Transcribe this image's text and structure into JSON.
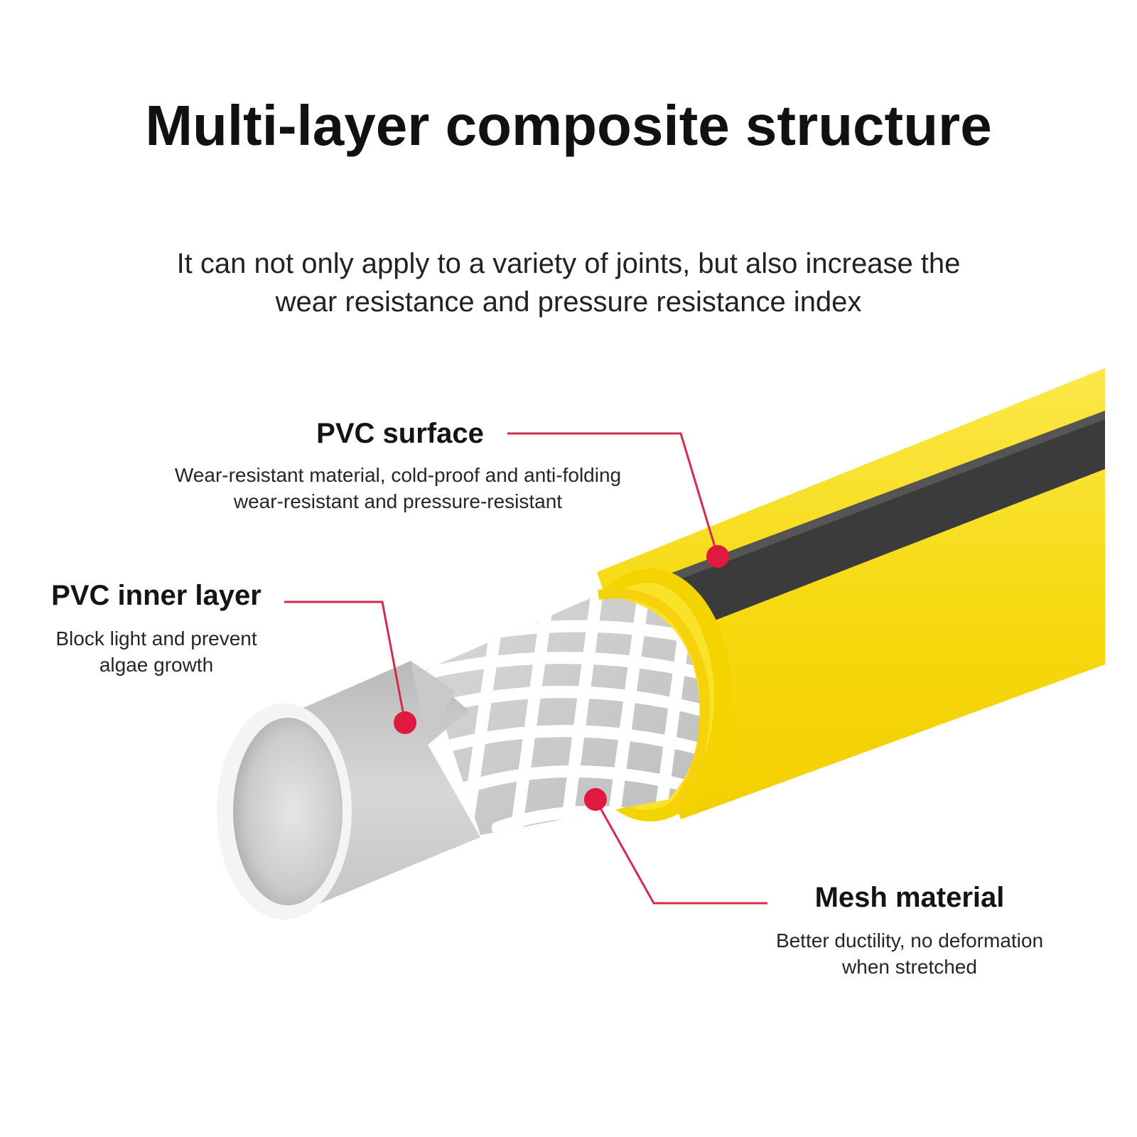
{
  "header": {
    "title": "Multi-layer composite structure",
    "subtitle": "It can not only apply to a variety of joints, but also increase the\nwear resistance and pressure resistance index"
  },
  "callouts": [
    {
      "id": "pvc-surface",
      "title": "PVC surface",
      "description": "Wear-resistant material, cold-proof and anti-folding\nwear-resistant and pressure-resistant"
    },
    {
      "id": "pvc-inner-layer",
      "title": "PVC inner layer",
      "description": "Block light and prevent\nalgae growth"
    },
    {
      "id": "mesh-material",
      "title": "Mesh material",
      "description": "Better ductility, no deformation\nwhen stretched"
    }
  ],
  "colors": {
    "hose_yellow": "#f7df1b",
    "hose_stripe": "#3a3a3a",
    "mesh_white": "#ffffff",
    "inner_gray": "#bdbdbd",
    "callout_red": "#e0193f"
  },
  "icons": {
    "marker": "red-dot-marker"
  }
}
